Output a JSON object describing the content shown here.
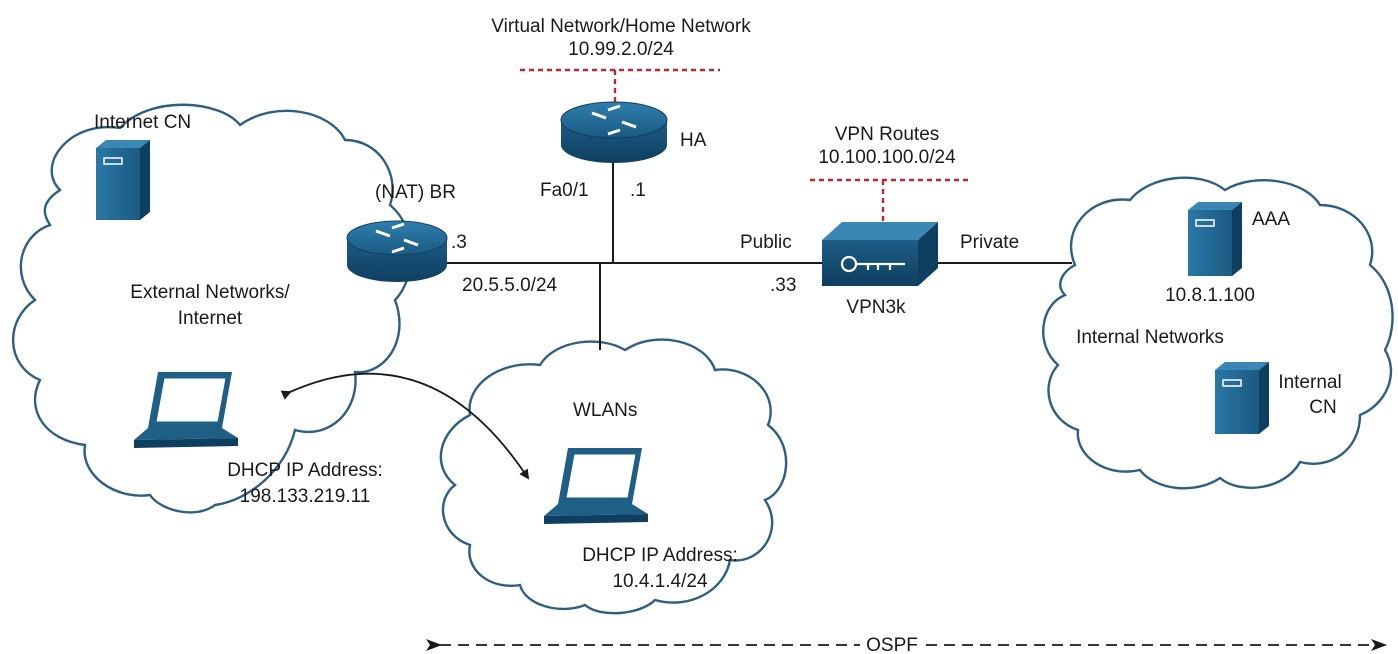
{
  "virtual_network": {
    "name": "Virtual Network/Home Network",
    "subnet": "10.99.2.0/24"
  },
  "ha": {
    "name": "HA",
    "interface": "Fa0/1",
    "host": ".1"
  },
  "vpn_routes": {
    "name": "VPN Routes",
    "subnet": "10.100.100.0/24"
  },
  "internet_cn": {
    "label": "Internet CN"
  },
  "border_router": {
    "label": "(NAT) BR",
    "host": ".3"
  },
  "external_cloud": {
    "line1": "External Networks/",
    "line2": "Internet"
  },
  "transit_subnet": {
    "label": "20.5.5.0/24"
  },
  "vpn3k": {
    "label": "VPN3k",
    "public": "Public",
    "private": "Private",
    "host": ".33"
  },
  "aaa": {
    "label": "AAA",
    "ip": "10.8.1.100"
  },
  "internal_cloud": {
    "label": "Internal Networks"
  },
  "internal_cn": {
    "line1": "Internal",
    "line2": "CN"
  },
  "wlans": {
    "label": "WLANs"
  },
  "external_laptop": {
    "line1": "DHCP IP Address:",
    "line2": "198.133.219.11"
  },
  "wlan_laptop": {
    "line1": "DHCP IP Address:",
    "line2": "10.4.1.4/24"
  },
  "ospf": {
    "label": "OSPF"
  },
  "colors": {
    "cloud_stroke": "#2d5f80",
    "device_fill": "#1f5f85",
    "dash_red": "#c0272d"
  }
}
